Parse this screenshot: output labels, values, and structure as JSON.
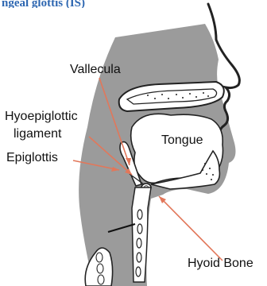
{
  "header_fragment": "ngeal glottis (IS)",
  "labels": {
    "vallecula": "Vallecula",
    "hyoepiglottic_line1": "Hyoepiglottic",
    "hyoepiglottic_line2": "ligament",
    "epiglottis": "Epiglottis",
    "tongue": "Tongue",
    "hyoid_bone": "Hyoid Bone"
  },
  "colors": {
    "tissue_gray": "#9b9b9b",
    "outline": "#222222",
    "pointer": "#e2775a",
    "header_blue": "#2e67b1"
  }
}
